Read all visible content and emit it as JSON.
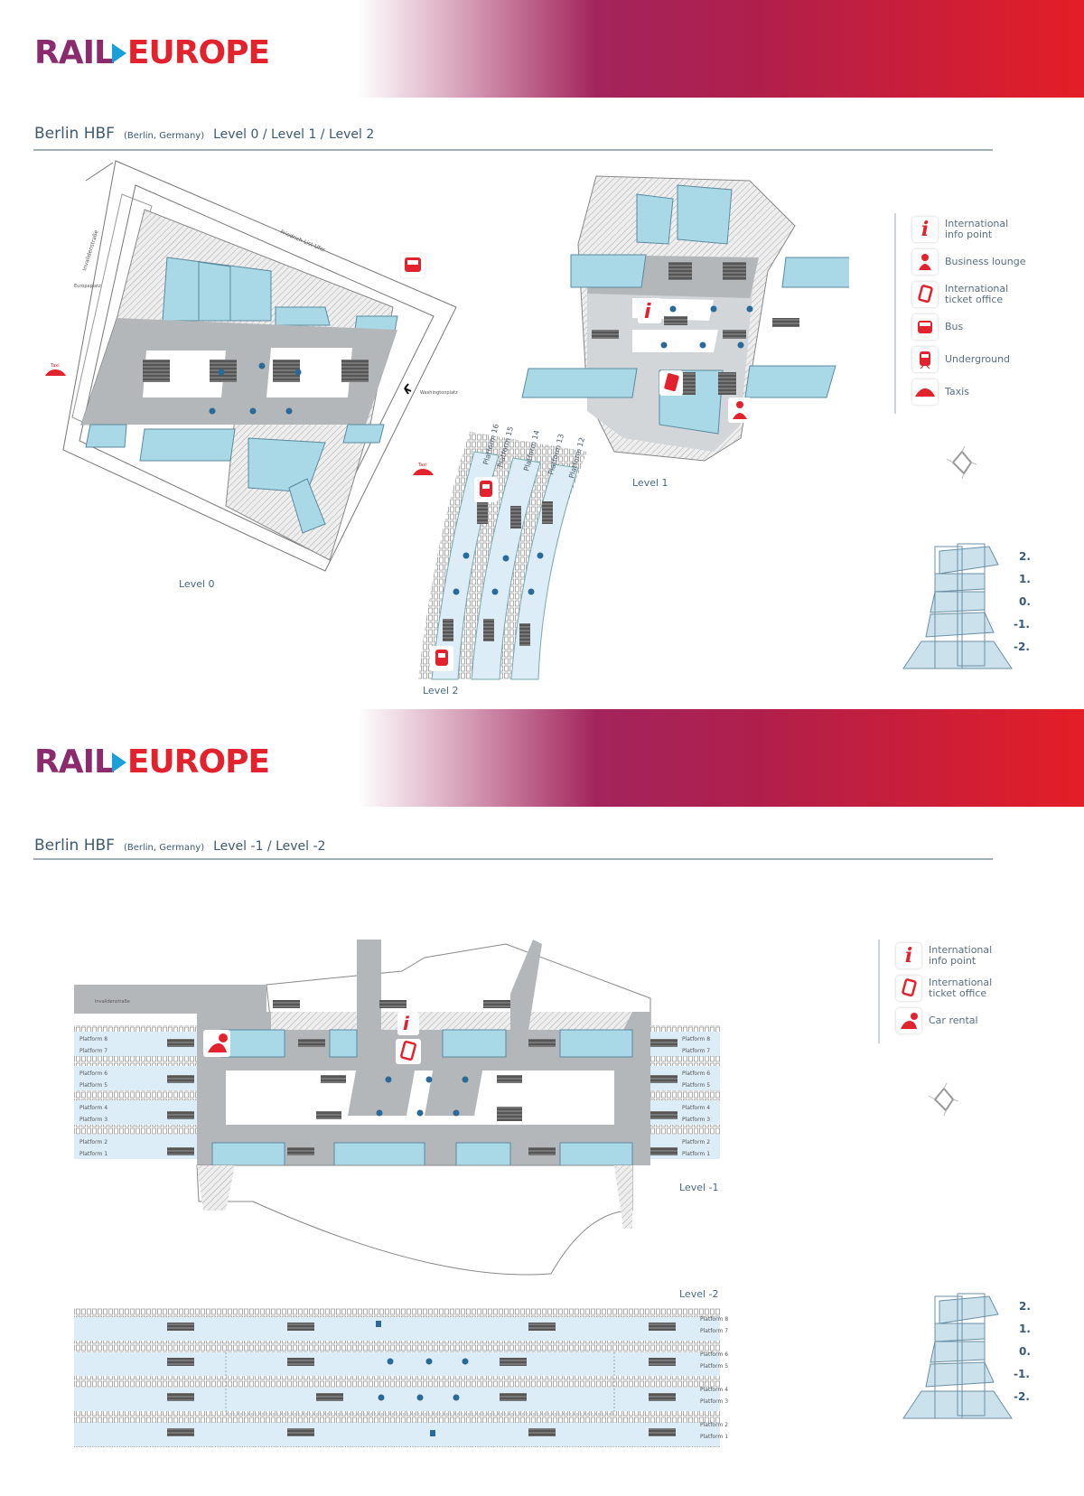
{
  "brand": {
    "logo_part1": "RAIL",
    "logo_part2": "EUROPE"
  },
  "colors": {
    "red": "#e2232e",
    "purple": "#8c2a6e",
    "shop": "#a9d8e6",
    "concourse": "#b4b7ba",
    "platform": "#dcedf8"
  },
  "page1": {
    "station": "Berlin HBF",
    "location": "(Berlin, Germany)",
    "levels": "Level 0 / Level 1 / Level 2",
    "level_labels": {
      "l0": "Level 0",
      "l1": "Level 1",
      "l2": "Level 2"
    },
    "streets": {
      "invaliden": "Invalidenstraße",
      "europa": "Europaplatz",
      "friedrich": "Friedrich-List-Ufer",
      "washington": "Washingtonplatz"
    },
    "taxi_label": "Taxi",
    "platforms": [
      "Platform 16",
      "Platform 15",
      "Platform 14",
      "Platform 13",
      "Platform 12"
    ],
    "legend": [
      {
        "icon": "info-icon",
        "label": "International info point"
      },
      {
        "icon": "business-lounge-icon",
        "label": "Business lounge"
      },
      {
        "icon": "ticket-office-icon",
        "label": "International ticket office"
      },
      {
        "icon": "bus-icon",
        "label": "Bus"
      },
      {
        "icon": "underground-icon",
        "label": "Underground"
      },
      {
        "icon": "taxi-icon",
        "label": "Taxis"
      }
    ]
  },
  "page2": {
    "station": "Berlin HBF",
    "location": "(Berlin, Germany)",
    "levels": "Level -1 / Level -2",
    "level_labels": {
      "lm1": "Level -1",
      "lm2": "Level -2"
    },
    "streets": {
      "invaliden": "Invalidenstraße"
    },
    "platforms": [
      "Platform 8",
      "Platform 7",
      "Platform 6",
      "Platform 5",
      "Platform 4",
      "Platform 3",
      "Platform 2",
      "Platform 1"
    ],
    "legend": [
      {
        "icon": "info-icon",
        "label": "International info point"
      },
      {
        "icon": "ticket-office-icon",
        "label": "International ticket office"
      },
      {
        "icon": "car-rental-icon",
        "label": "Car rental"
      }
    ]
  },
  "level_stack": [
    "2.",
    "1.",
    "0.",
    "-1.",
    "-2."
  ]
}
